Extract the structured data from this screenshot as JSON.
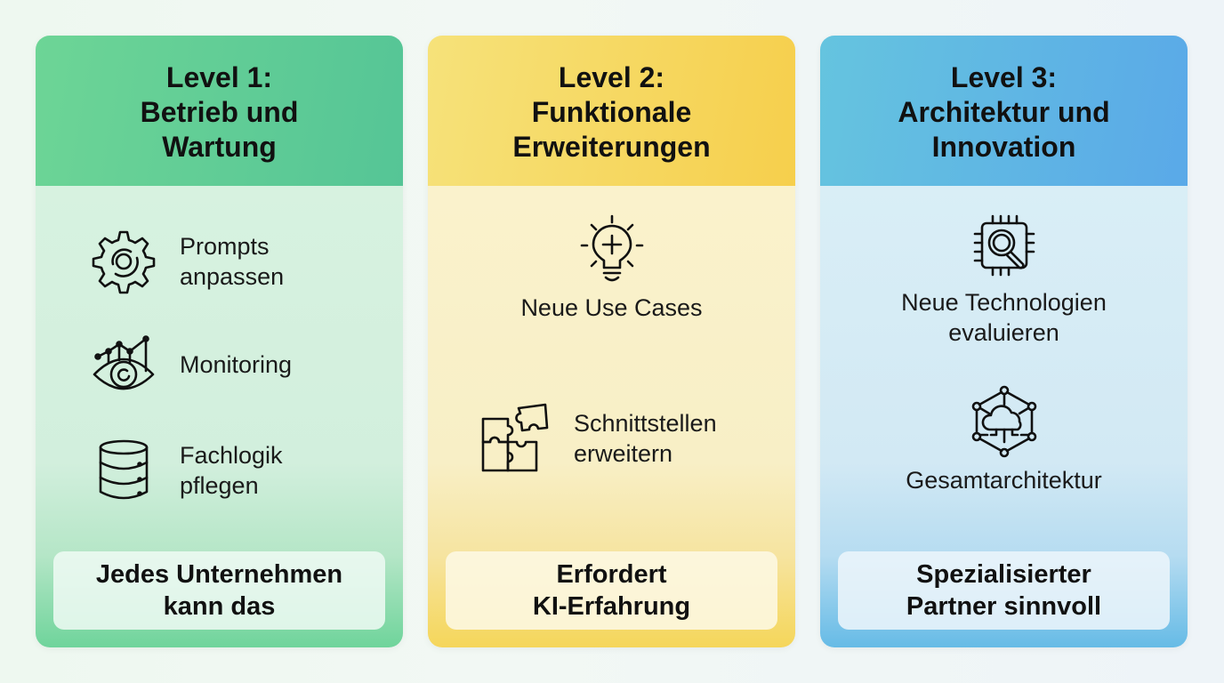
{
  "levels": [
    {
      "title": "Level 1:\nBetrieb und\nWartung",
      "color_start": "#6dd596",
      "color_end": "#55c596",
      "items": [
        {
          "icon": "gear-icon",
          "label": "Prompts\nanpassen"
        },
        {
          "icon": "eye-chart-icon",
          "label": "Monitoring"
        },
        {
          "icon": "database-icon",
          "label": "Fachlogik\npflegen"
        }
      ],
      "footer": "Jedes Unternehmen\nkann das"
    },
    {
      "title": "Level 2:\nFunktionale\nErweiterungen",
      "color_start": "#f6e27a",
      "color_end": "#f6cf4c",
      "items": [
        {
          "icon": "lightbulb-plus-icon",
          "label": "Neue Use Cases"
        },
        {
          "icon": "puzzle-icon",
          "label": "Schnittstellen\nerweitern"
        }
      ],
      "footer": "Erfordert\nKI-Erfahrung"
    },
    {
      "title": "Level 3:\nArchitektur und\nInnovation",
      "color_start": "#65c4df",
      "color_end": "#5aa9e8",
      "items": [
        {
          "icon": "chip-search-icon",
          "label": "Neue Technologien\nevaluieren"
        },
        {
          "icon": "cloud-network-icon",
          "label": "Gesamtarchitektur"
        }
      ],
      "footer": "Spezialisierter\nPartner sinnvoll"
    }
  ]
}
